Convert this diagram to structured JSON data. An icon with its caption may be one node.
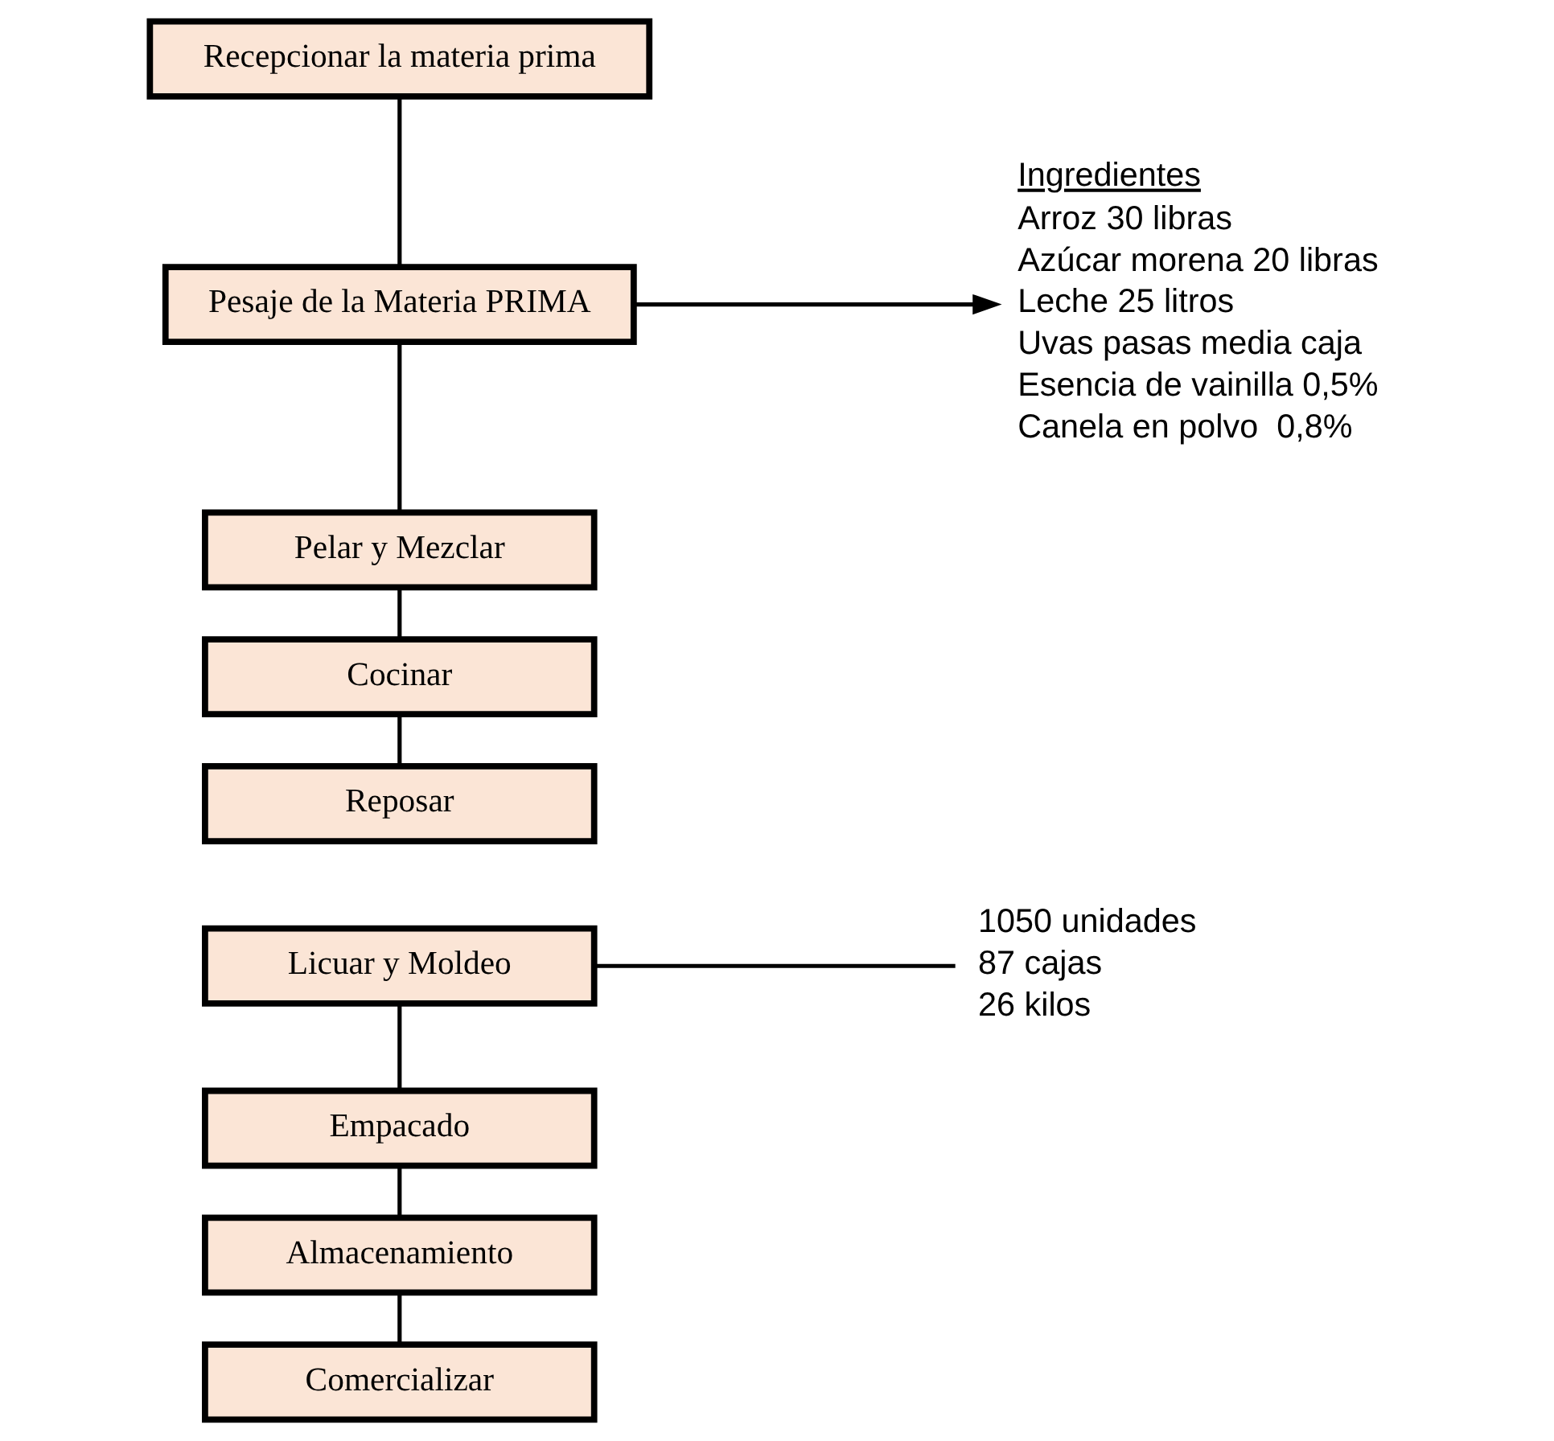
{
  "diagram": {
    "nodes": [
      {
        "text": [
          "Recepcionar la materia prima"
        ]
      },
      {
        "text": [
          "Pesaje de la Materia PRIMA"
        ]
      },
      {
        "text": [
          "Pelar y Mezclar"
        ]
      },
      {
        "text": [
          "Cocinar"
        ]
      },
      {
        "text": [
          "Reposar"
        ]
      },
      {
        "text": [
          "Licuar y Moldeo"
        ]
      },
      {
        "text": [
          "Empacado"
        ]
      },
      {
        "text": [
          "Almacenamiento"
        ]
      },
      {
        "text": [
          "Comercializar"
        ]
      },
      {
        "text": [
          "Ingredientes",
          "Arroz 30 libras",
          "Azúcar morena 20 libras",
          "Leche 25 litros",
          "Uvas pasas media caja",
          "Esencia de vainilla 0,5%",
          "Canela en polvo  0,8%"
        ]
      },
      {
        "text": [
          "1050 unidades",
          "87 cajas",
          "26 kilos"
        ]
      }
    ],
    "edges": [
      {
        "from": 0,
        "to": 1,
        "arrow": "none"
      },
      {
        "from": 1,
        "to": 9,
        "arrow": "to"
      },
      {
        "from": 1,
        "to": 2,
        "arrow": "none"
      },
      {
        "from": 2,
        "to": 3,
        "arrow": "none"
      },
      {
        "from": 3,
        "to": 4,
        "arrow": "none"
      },
      {
        "from": 5,
        "to": 10,
        "arrow": "none"
      },
      {
        "from": 5,
        "to": 6,
        "arrow": "none"
      },
      {
        "from": 6,
        "to": 7,
        "arrow": "none"
      },
      {
        "from": 7,
        "to": 8,
        "arrow": "none"
      }
    ]
  }
}
